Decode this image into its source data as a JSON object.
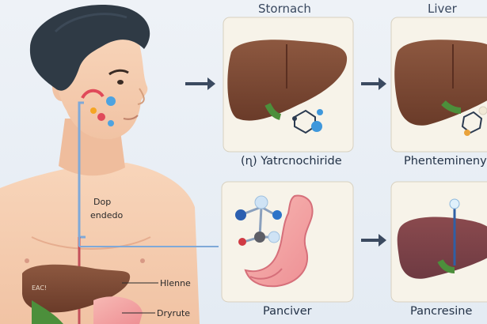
{
  "columns": {
    "stomach": "Stornach",
    "liver": "Liver"
  },
  "cards": {
    "top_left_caption": "(ɳ) Yatrcnochiride",
    "top_right_caption": "Phentemineny",
    "bottom_left_caption": "Panciver",
    "bottom_right_caption": "Pancresine"
  },
  "body_labels": {
    "dop": "Dop",
    "endedo": "endedo",
    "hlenne": "Hlenne",
    "dryrute": "Dryrute",
    "liver_tag": "EAC!"
  },
  "colors": {
    "card_bg": "#f7f3e9",
    "liver": "#7a4a35",
    "stomach": "#f3a6a6",
    "background": "#e8eef5"
  }
}
